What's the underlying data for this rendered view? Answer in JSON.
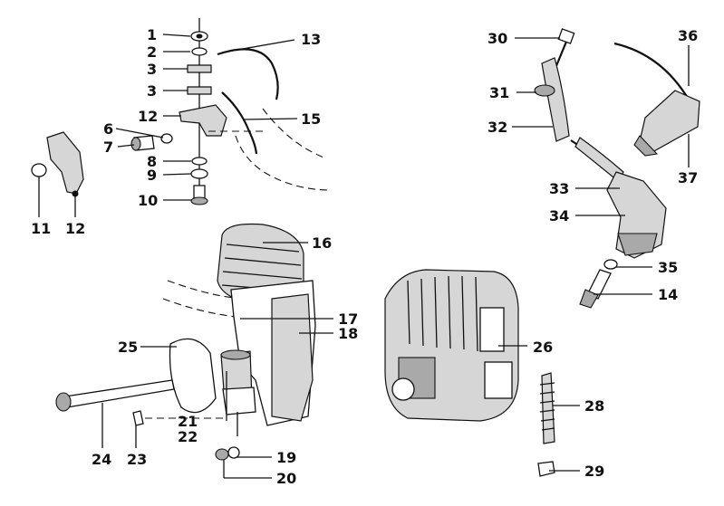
{
  "callouts": {
    "c1": "1",
    "c2": "2",
    "c3a": "3",
    "c3b": "3",
    "c6": "6",
    "c7": "7",
    "c8": "8",
    "c9": "9",
    "c10": "10",
    "c11": "11",
    "c12a": "12",
    "c12b": "12",
    "c13": "13",
    "c14": "14",
    "c15": "15",
    "c16": "16",
    "c17": "17",
    "c18": "18",
    "c19": "19",
    "c20": "20",
    "c21": "21",
    "c22": "22",
    "c23": "23",
    "c24": "24",
    "c25": "25",
    "c26": "26",
    "c28": "28",
    "c29": "29",
    "c30": "30",
    "c31": "31",
    "c32": "32",
    "c33": "33",
    "c34": "34",
    "c35": "35",
    "c36": "36",
    "c37": "37"
  }
}
